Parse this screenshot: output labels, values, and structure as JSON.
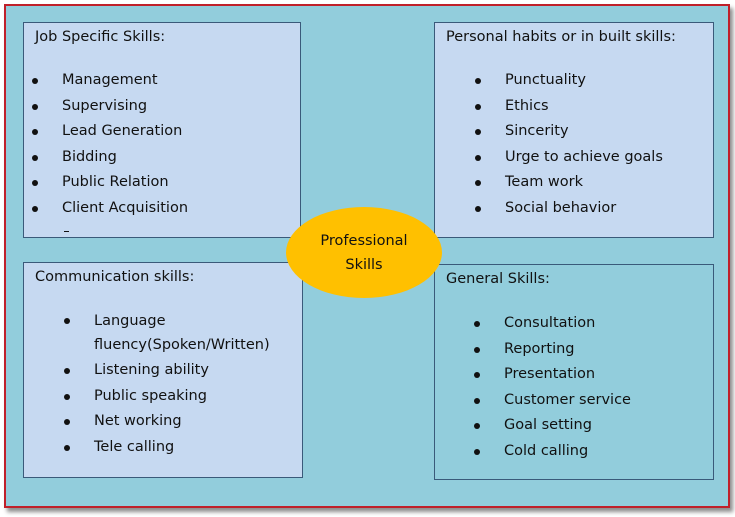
{
  "center": {
    "label": "Professional Skills"
  },
  "job_specific": {
    "title": "Job Specific Skills:",
    "items": [
      "Management",
      "Supervising",
      "Lead Generation",
      "Bidding",
      "Public Relation",
      "Client Acquisition"
    ]
  },
  "personal_habits": {
    "title": "Personal habits or in built skills:",
    "items": [
      "Punctuality",
      "Ethics",
      "Sincerity",
      "Urge to achieve goals",
      "Team work",
      "Social behavior"
    ]
  },
  "communication": {
    "title": "Communication skills:",
    "items": [
      "Language fluency(Spoken/Written)",
      "Listening ability",
      "Public speaking",
      "Net working",
      "Tele calling"
    ]
  },
  "general": {
    "title": "General Skills:",
    "items": [
      "Consultation",
      "Reporting",
      "Presentation",
      "Customer service",
      "Goal setting",
      "Cold calling"
    ]
  },
  "colors": {
    "background": "#92cddc",
    "light_box": "#c6d9f1",
    "center_fill": "#ffc000",
    "frame_border": "#c0202a"
  }
}
